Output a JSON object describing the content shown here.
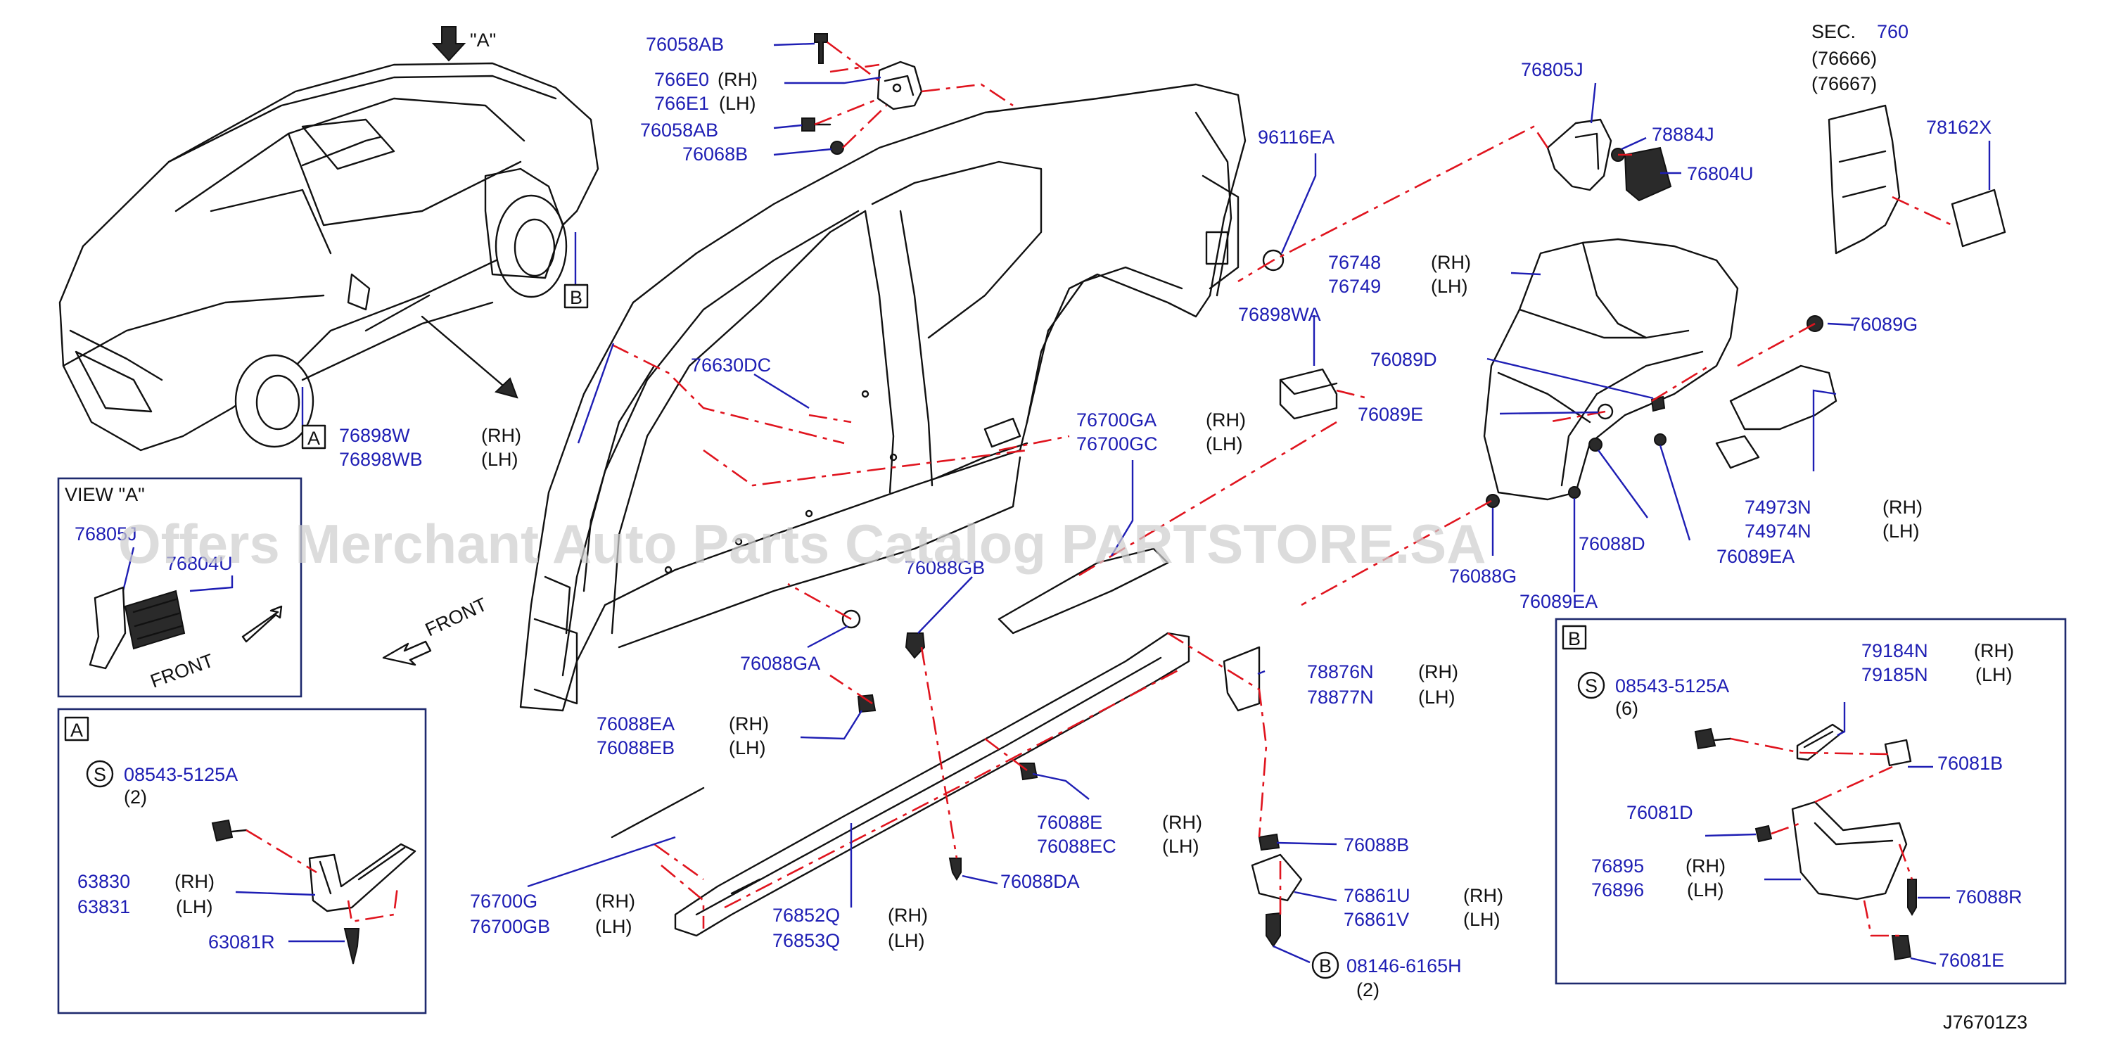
{
  "drawing_code": "J76701Z3",
  "watermark": "Offers Merchant Auto Parts Catalog PARTSTORE.SA",
  "view_a_title": "VIEW  \"A\"",
  "front_label": "FRONT",
  "arrow_a_label": "\"A\"",
  "ref_a": "A",
  "ref_b": "B",
  "ref_s": "S",
  "rh": "(RH)",
  "lh": "(LH)",
  "sec": {
    "label": "SEC.",
    "number": "760",
    "ref1": "(76666)",
    "ref2": "(76667)"
  },
  "parts": {
    "p76058AB_top": "76058AB",
    "p766E0": "766E0",
    "p766E1": "766E1",
    "p76058AB_mid": "76058AB",
    "p76068B": "76068B",
    "p76805J": "76805J",
    "p78884J": "78884J",
    "p76804U": "76804U",
    "p96116EA": "96116EA",
    "p78162X": "78162X",
    "p76748": "76748",
    "p76749": "76749",
    "p76898WA": "76898WA",
    "p76089D": "76089D",
    "p76089E": "76089E",
    "p76089G": "76089G",
    "p74973N": "74973N",
    "p74974N": "74974N",
    "p76088D": "76088D",
    "p76089EA_r": "76089EA",
    "p76088G": "76088G",
    "p76089EA_l": "76089EA",
    "p76898W": "76898W",
    "p76898WB": "76898WB",
    "p76630DC": "76630DC",
    "p76700GA": "76700GA",
    "p76700GC": "76700GC",
    "p76088GB": "76088GB",
    "p76088GA": "76088GA",
    "p76088EA": "76088EA",
    "p76088EB": "76088EB",
    "p78876N": "78876N",
    "p78877N": "78877N",
    "p76088E": "76088E",
    "p76088EC": "76088EC",
    "p76700G": "76700G",
    "p76700GB": "76700GB",
    "p76852Q": "76852Q",
    "p76853Q": "76853Q",
    "p76088DA": "76088DA",
    "p76088B": "76088B",
    "p76861U": "76861U",
    "p76861V": "76861V",
    "p08146": "08146-6165H",
    "q08146": "(2)",
    "vA_76805J": "76805J",
    "vA_76804U": "76804U",
    "sA_08543": "08543-5125A",
    "sA_q": "(2)",
    "p63830": "63830",
    "p63831": "63831",
    "p63081R": "63081R",
    "sB_08543": "08543-5125A",
    "sB_q": "(6)",
    "p79184N": "79184N",
    "p79185N": "79185N",
    "p76081B": "76081B",
    "p76081D": "76081D",
    "p76895": "76895",
    "p76896": "76896",
    "p76088R": "76088R",
    "p76081E": "76081E"
  }
}
